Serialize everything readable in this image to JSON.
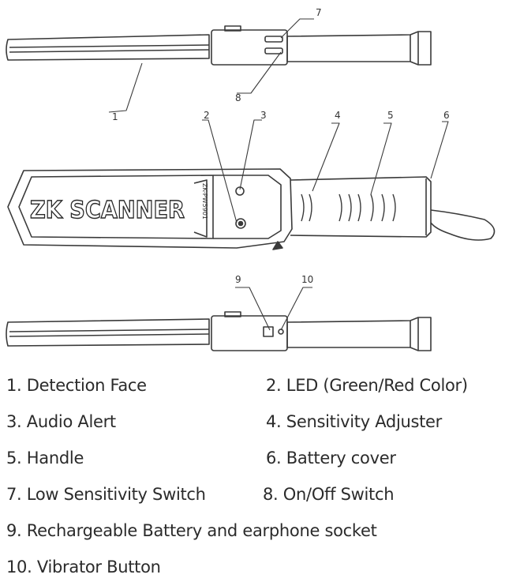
{
  "device": {
    "brand_text": "ZK SCANNER",
    "model_text": "ZK-PW5901"
  },
  "callouts": [
    "1",
    "2",
    "3",
    "4",
    "5",
    "6",
    "7",
    "8",
    "9",
    "10"
  ],
  "legend": [
    "1. Detection Face",
    "2. LED (Green/Red Color)",
    "3. Audio Alert",
    "4. Sensitivity Adjuster",
    "5. Handle",
    "6. Battery cover",
    "7. Low Sensitivity Switch",
    "8. On/Off Switch",
    "9. Rechargeable Battery and earphone socket",
    "10. Vibrator Button"
  ]
}
